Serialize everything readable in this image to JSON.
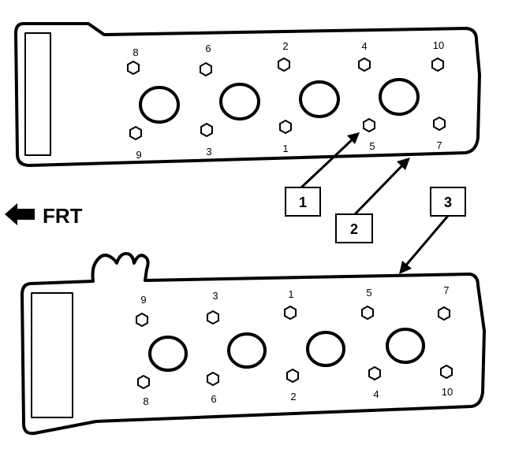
{
  "front_label": "FRT",
  "callouts": [
    "1",
    "2",
    "3"
  ],
  "upper_head": {
    "bolts_top": [
      "8",
      "6",
      "2",
      "4",
      "10"
    ],
    "bolts_bottom": [
      "9",
      "3",
      "1",
      "5",
      "7"
    ]
  },
  "lower_head": {
    "bolts_top": [
      "9",
      "3",
      "1",
      "5",
      "7"
    ],
    "bolts_bottom": [
      "8",
      "6",
      "2",
      "4",
      "10"
    ]
  }
}
